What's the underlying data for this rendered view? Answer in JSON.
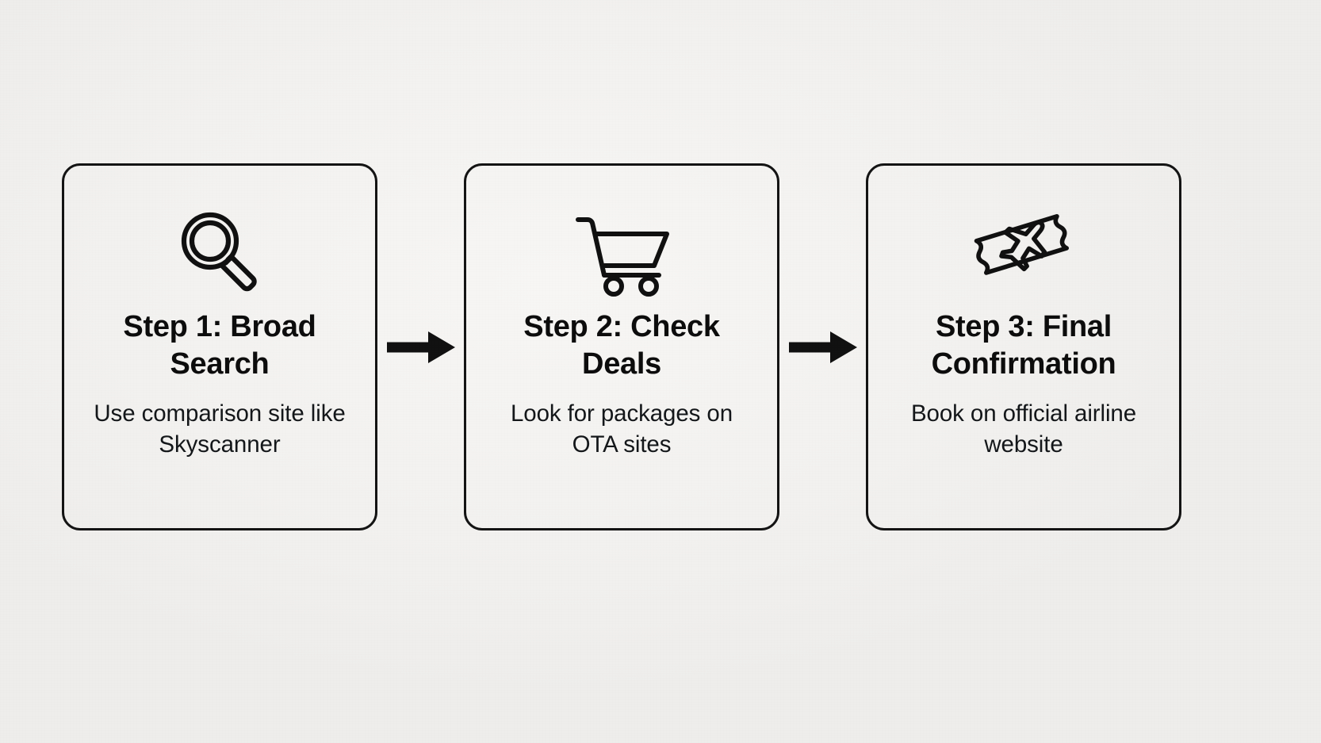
{
  "background_color": "#f4f3f1",
  "ink_color": "#111111",
  "diagram": {
    "type": "process-flow",
    "orientation": "horizontal",
    "steps": [
      {
        "icon": "magnifying-glass-icon",
        "title": "Step 1: Broad Search",
        "description": "Use comparison site like Skyscanner"
      },
      {
        "icon": "shopping-cart-icon",
        "title": "Step 2: Check Deals",
        "description": "Look for packages on OTA sites"
      },
      {
        "icon": "plane-ticket-icon",
        "title": "Step 3: Final Confirmation",
        "description": "Book on official airline website"
      }
    ],
    "connectors": [
      {
        "icon": "arrow-right-icon"
      },
      {
        "icon": "arrow-right-icon"
      }
    ]
  }
}
